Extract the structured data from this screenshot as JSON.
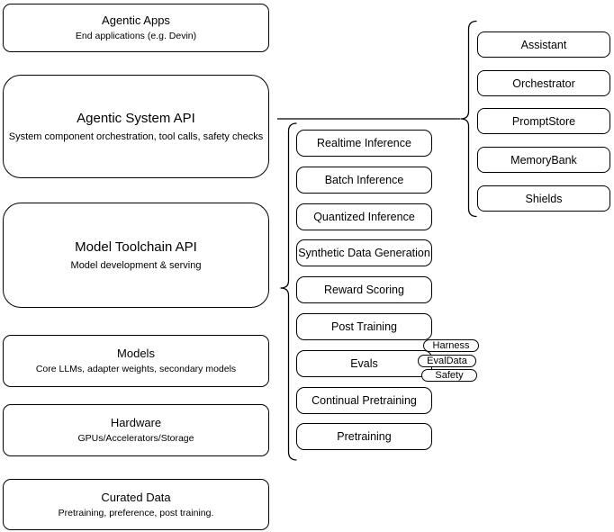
{
  "diagram": {
    "left_stack": [
      {
        "title": "Agentic Apps",
        "subtitle": "End applications (e.g. Devin)"
      },
      {
        "title": "Agentic System API",
        "subtitle": "System component orchestration, tool calls, safety checks"
      },
      {
        "title": "Model Toolchain API",
        "subtitle": "Model development & serving"
      },
      {
        "title": "Models",
        "subtitle": "Core LLMs, adapter weights, secondary models"
      },
      {
        "title": "Hardware",
        "subtitle": "GPUs/Accelerators/Storage"
      },
      {
        "title": "Curated Data",
        "subtitle": "Pretraining, preference, post training."
      }
    ],
    "toolchain_stack": [
      "Realtime Inference",
      "Batch Inference",
      "Quantized Inference",
      "Synthetic Data Generation",
      "Reward Scoring",
      "Post Training",
      "Evals",
      "Continual Pretraining",
      "Pretraining"
    ],
    "eval_tags": [
      "Harness",
      "EvalData",
      "Safety"
    ],
    "system_stack": [
      "Assistant",
      "Orchestrator",
      "PromptStore",
      "MemoryBank",
      "Shields"
    ],
    "colors": {
      "stroke": "#000000",
      "fill": "#ffffff",
      "text": "#000000"
    }
  }
}
